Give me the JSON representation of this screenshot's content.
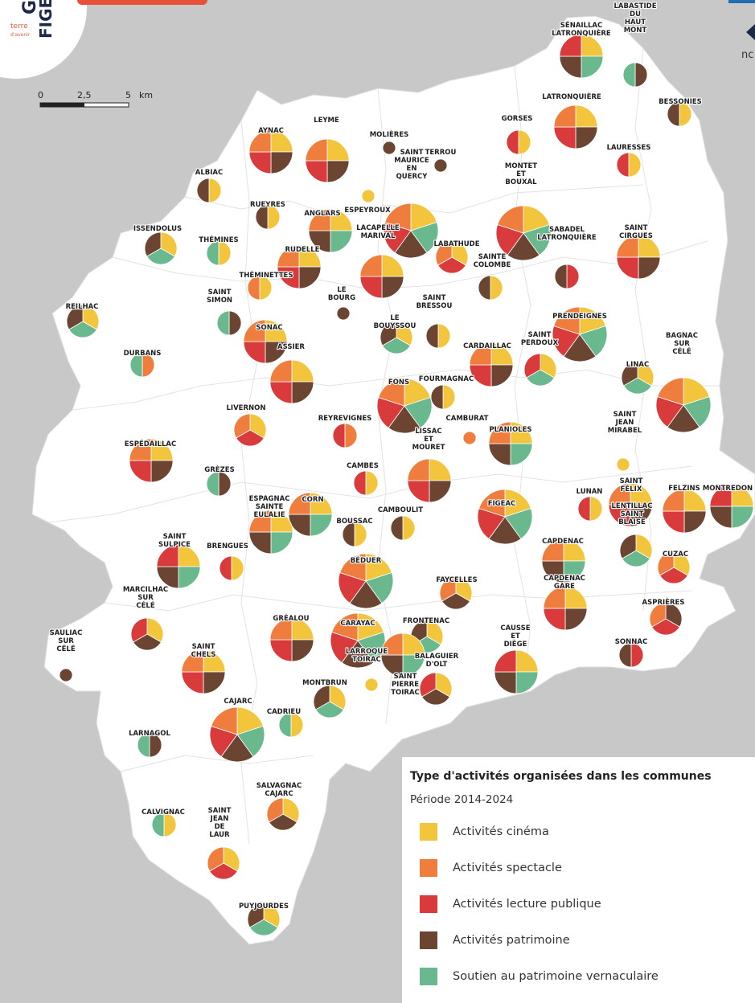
{
  "legend": {
    "title": "Type d'activités organisées dans les communes",
    "period": "Période 2014-2024",
    "items": [
      {
        "key": "cinema",
        "label": "Activités cinéma",
        "color": "#f2c53d"
      },
      {
        "key": "spectacle",
        "label": "Activités spectacle",
        "color": "#ef7d3e"
      },
      {
        "key": "lecture",
        "label": "Activités lecture publique",
        "color": "#d93a3b"
      },
      {
        "key": "patrimoine",
        "label": "Activités patrimoine",
        "color": "#6b4532"
      },
      {
        "key": "vernaculaire",
        "label": "Soutien au patrimoine vernaculaire",
        "color": "#6ab98e"
      }
    ]
  },
  "scale": {
    "ticks": [
      "0",
      "2,5",
      "5"
    ],
    "unit": "km"
  },
  "brand": {
    "initial": "G",
    "name": "FIGE",
    "tagline": "terre",
    "tagline2": "d'avenir",
    "corner": "nc"
  },
  "communes": [
    {
      "name": "SÉNAILLAC LATRONQUIÈRE",
      "activities": [
        "cinema",
        "vernaculaire",
        "patrimoine",
        "lecture"
      ]
    },
    {
      "name": "LABASTIDE DU HAUT MONT",
      "activities": [
        "patrimoine",
        "vernaculaire"
      ]
    },
    {
      "name": "LATRONQUIÈRE",
      "activities": [
        "cinema",
        "patrimoine",
        "lecture",
        "spectacle"
      ]
    },
    {
      "name": "BESSONIES",
      "activities": [
        "cinema",
        "patrimoine"
      ]
    },
    {
      "name": "GORSES",
      "activities": [
        "cinema",
        "lecture"
      ]
    },
    {
      "name": "LAURESSES",
      "activities": [
        "cinema",
        "lecture"
      ]
    },
    {
      "name": "AYNAC",
      "activities": [
        "cinema",
        "patrimoine",
        "lecture",
        "spectacle"
      ]
    },
    {
      "name": "LEYME",
      "activities": [
        "cinema",
        "patrimoine",
        "lecture",
        "spectacle"
      ]
    },
    {
      "name": "MOLIÈRES",
      "activities": [
        "patrimoine"
      ]
    },
    {
      "name": "TERROU",
      "activities": [
        "patrimoine"
      ]
    },
    {
      "name": "ALBIAC",
      "activities": [
        "cinema",
        "patrimoine"
      ]
    },
    {
      "name": "SAINT MAURICE EN QUERCY",
      "activities": [
        "cinema",
        "vernaculaire",
        "patrimoine",
        "lecture",
        "spectacle"
      ]
    },
    {
      "name": "MONTET ET BOUXAL",
      "activities": [
        "cinema",
        "vernaculaire",
        "patrimoine",
        "lecture",
        "spectacle"
      ]
    },
    {
      "name": "ESPEYROUX",
      "activities": [
        "cinema"
      ]
    },
    {
      "name": "RUEYRES",
      "activities": [
        "cinema",
        "patrimoine"
      ]
    },
    {
      "name": "ANGLARS",
      "activities": [
        "cinema",
        "vernaculaire",
        "patrimoine",
        "spectacle"
      ]
    },
    {
      "name": "ISSENDOLUS",
      "activities": [
        "cinema",
        "vernaculaire",
        "patrimoine"
      ]
    },
    {
      "name": "THÉMINES",
      "activities": [
        "cinema",
        "vernaculaire"
      ]
    },
    {
      "name": "LACAPELLE MARIVAL",
      "activities": [
        "cinema",
        "patrimoine",
        "lecture",
        "spectacle"
      ]
    },
    {
      "name": "LABATHUDE",
      "activities": [
        "cinema",
        "lecture",
        "spectacle"
      ]
    },
    {
      "name": "SABADEL LATRONQUIÈRE",
      "activities": [
        "lecture",
        "patrimoine"
      ]
    },
    {
      "name": "SAINT CIRGUES",
      "activities": [
        "cinema",
        "patrimoine",
        "lecture",
        "spectacle"
      ]
    },
    {
      "name": "RUDELLE",
      "activities": [
        "cinema",
        "patrimoine",
        "lecture",
        "spectacle"
      ]
    },
    {
      "name": "THÉMINETTES",
      "activities": [
        "cinema",
        "spectacle"
      ]
    },
    {
      "name": "SAINTE COLOMBE",
      "activities": [
        "cinema",
        "patrimoine"
      ]
    },
    {
      "name": "REILHAC",
      "activities": [
        "cinema",
        "vernaculaire",
        "patrimoine"
      ]
    },
    {
      "name": "SAINT SIMON",
      "activities": [
        "patrimoine",
        "vernaculaire"
      ]
    },
    {
      "name": "LE BOURG",
      "activities": [
        "patrimoine"
      ]
    },
    {
      "name": "SAINT BRESSOU",
      "activities": [
        "cinema",
        "patrimoine"
      ]
    },
    {
      "name": "PRENDEIGNES",
      "activities": [
        "cinema",
        "vernaculaire",
        "patrimoine",
        "lecture",
        "spectacle"
      ]
    },
    {
      "name": "SONAC",
      "activities": [
        "cinema",
        "patrimoine",
        "lecture",
        "spectacle"
      ]
    },
    {
      "name": "LE BOUYSSOU",
      "activities": [
        "cinema",
        "vernaculaire",
        "patrimoine"
      ]
    },
    {
      "name": "DURBANS",
      "activities": [
        "spectacle",
        "vernaculaire"
      ]
    },
    {
      "name": "ASSIER",
      "activities": [
        "cinema",
        "patrimoine",
        "lecture",
        "spectacle"
      ]
    },
    {
      "name": "CARDAILLAC",
      "activities": [
        "cinema",
        "patrimoine",
        "lecture",
        "spectacle"
      ]
    },
    {
      "name": "SAINT PERDOUX",
      "activities": [
        "cinema",
        "vernaculaire",
        "lecture"
      ]
    },
    {
      "name": "LINAC",
      "activities": [
        "cinema",
        "vernaculaire",
        "patrimoine"
      ]
    },
    {
      "name": "BAGNAC SUR CÉLÉ",
      "activities": [
        "cinema",
        "vernaculaire",
        "patrimoine",
        "lecture",
        "spectacle"
      ]
    },
    {
      "name": "FOURMAGNAC",
      "activities": [
        "cinema",
        "patrimoine"
      ]
    },
    {
      "name": "FONS",
      "activities": [
        "cinema",
        "vernaculaire",
        "patrimoine",
        "lecture",
        "spectacle"
      ]
    },
    {
      "name": "LIVERNON",
      "activities": [
        "cinema",
        "lecture",
        "spectacle"
      ]
    },
    {
      "name": "REYREVIGNES",
      "activities": [
        "spectacle",
        "lecture"
      ]
    },
    {
      "name": "CAMBURAT",
      "activities": [
        "spectacle"
      ]
    },
    {
      "name": "PLANIOLES",
      "activities": [
        "cinema",
        "vernaculaire",
        "patrimoine",
        "spectacle"
      ]
    },
    {
      "name": "ESPÉDAILLAC",
      "activities": [
        "cinema",
        "patrimoine",
        "lecture",
        "spectacle"
      ]
    },
    {
      "name": "SAINT JEAN MIRABEL",
      "activities": [
        "cinema"
      ]
    },
    {
      "name": "LISSAC ET MOURET",
      "activities": [
        "cinema",
        "patrimoine",
        "lecture",
        "spectacle"
      ]
    },
    {
      "name": "CAMBES",
      "activities": [
        "cinema",
        "lecture"
      ]
    },
    {
      "name": "GRÈZES",
      "activities": [
        "patrimoine",
        "vernaculaire"
      ]
    },
    {
      "name": "FIGEAC",
      "activities": [
        "cinema",
        "vernaculaire",
        "patrimoine",
        "lecture",
        "spectacle"
      ]
    },
    {
      "name": "LUNAN",
      "activities": [
        "cinema",
        "lecture"
      ]
    },
    {
      "name": "SAINT FÉLIX",
      "activities": [
        "cinema",
        "patrimoine",
        "lecture",
        "spectacle"
      ]
    },
    {
      "name": "FELZINS",
      "activities": [
        "cinema",
        "patrimoine",
        "lecture",
        "spectacle"
      ]
    },
    {
      "name": "MONTREDON",
      "activities": [
        "cinema",
        "vernaculaire",
        "patrimoine",
        "lecture"
      ]
    },
    {
      "name": "CORN",
      "activities": [
        "cinema",
        "vernaculaire",
        "patrimoine",
        "spectacle"
      ]
    },
    {
      "name": "ESPAGNAC SAINTE EULALIE",
      "activities": [
        "cinema",
        "vernaculaire",
        "patrimoine",
        "spectacle"
      ]
    },
    {
      "name": "BOUSSAC",
      "activities": [
        "cinema",
        "patrimoine"
      ]
    },
    {
      "name": "CAMBOULIT",
      "activities": [
        "cinema",
        "patrimoine"
      ]
    },
    {
      "name": "LENTILLAC SAINT BLAISE",
      "activities": [
        "cinema",
        "vernaculaire",
        "patrimoine"
      ]
    },
    {
      "name": "SAINT SULPICE",
      "activities": [
        "cinema",
        "vernaculaire",
        "patrimoine",
        "lecture"
      ]
    },
    {
      "name": "BRENGUES",
      "activities": [
        "cinema",
        "lecture"
      ]
    },
    {
      "name": "CAPDENAC",
      "activities": [
        "cinema",
        "vernaculaire",
        "patrimoine",
        "spectacle"
      ]
    },
    {
      "name": "CUZAC",
      "activities": [
        "cinema",
        "lecture",
        "spectacle"
      ]
    },
    {
      "name": "BÉDUER",
      "activities": [
        "cinema",
        "vernaculaire",
        "patrimoine",
        "lecture",
        "spectacle"
      ]
    },
    {
      "name": "FAYCELLES",
      "activities": [
        "cinema",
        "patrimoine",
        "spectacle"
      ]
    },
    {
      "name": "CAPDENAC GARE",
      "activities": [
        "cinema",
        "patrimoine",
        "lecture",
        "spectacle"
      ]
    },
    {
      "name": "ASPRIÈRES",
      "activities": [
        "patrimoine",
        "lecture",
        "spectacle"
      ]
    },
    {
      "name": "MARCILHAC SUR CÉLÉ",
      "activities": [
        "cinema",
        "patrimoine",
        "lecture"
      ]
    },
    {
      "name": "GRÉALOU",
      "activities": [
        "cinema",
        "patrimoine",
        "lecture",
        "spectacle"
      ]
    },
    {
      "name": "CARAYAC",
      "activities": [
        "cinema",
        "vernaculaire",
        "patrimoine",
        "lecture",
        "spectacle"
      ]
    },
    {
      "name": "FRONTENAC",
      "activities": [
        "cinema",
        "vernaculaire",
        "patrimoine"
      ]
    },
    {
      "name": "SONNAC",
      "activities": [
        "lecture",
        "patrimoine"
      ]
    },
    {
      "name": "SAULIAC SUR CÉLÉ",
      "activities": [
        "patrimoine"
      ]
    },
    {
      "name": "SAINT CHELS",
      "activities": [
        "cinema",
        "patrimoine",
        "lecture",
        "spectacle"
      ]
    },
    {
      "name": "LARROQUE TOIRAC",
      "activities": [
        "cinema",
        "vernaculaire",
        "patrimoine",
        "spectacle"
      ]
    },
    {
      "name": "CAUSSE ET DIÈGE",
      "activities": [
        "cinema",
        "vernaculaire",
        "patrimoine",
        "lecture"
      ]
    },
    {
      "name": "BALAGUIER D'OLT",
      "activities": [
        "cinema",
        "patrimoine",
        "lecture"
      ]
    },
    {
      "name": "SAINT PIERRE TOIRAC",
      "activities": [
        "cinema"
      ]
    },
    {
      "name": "MONTBRUN",
      "activities": [
        "cinema",
        "vernaculaire",
        "patrimoine"
      ]
    },
    {
      "name": "CADRIEU",
      "activities": [
        "cinema",
        "vernaculaire"
      ]
    },
    {
      "name": "CAJARC",
      "activities": [
        "cinema",
        "vernaculaire",
        "patrimoine",
        "lecture",
        "spectacle"
      ]
    },
    {
      "name": "LARNAGOL",
      "activities": [
        "patrimoine",
        "vernaculaire"
      ]
    },
    {
      "name": "SALVAGNAC CAJARC",
      "activities": [
        "cinema",
        "patrimoine",
        "spectacle"
      ]
    },
    {
      "name": "CALVIGNAC",
      "activities": [
        "cinema",
        "vernaculaire"
      ]
    },
    {
      "name": "SAINT JEAN DE LAUR",
      "activities": [
        "cinema",
        "lecture",
        "spectacle"
      ]
    },
    {
      "name": "PUYJOURDES",
      "activities": [
        "cinema",
        "vernaculaire",
        "patrimoine"
      ]
    }
  ]
}
